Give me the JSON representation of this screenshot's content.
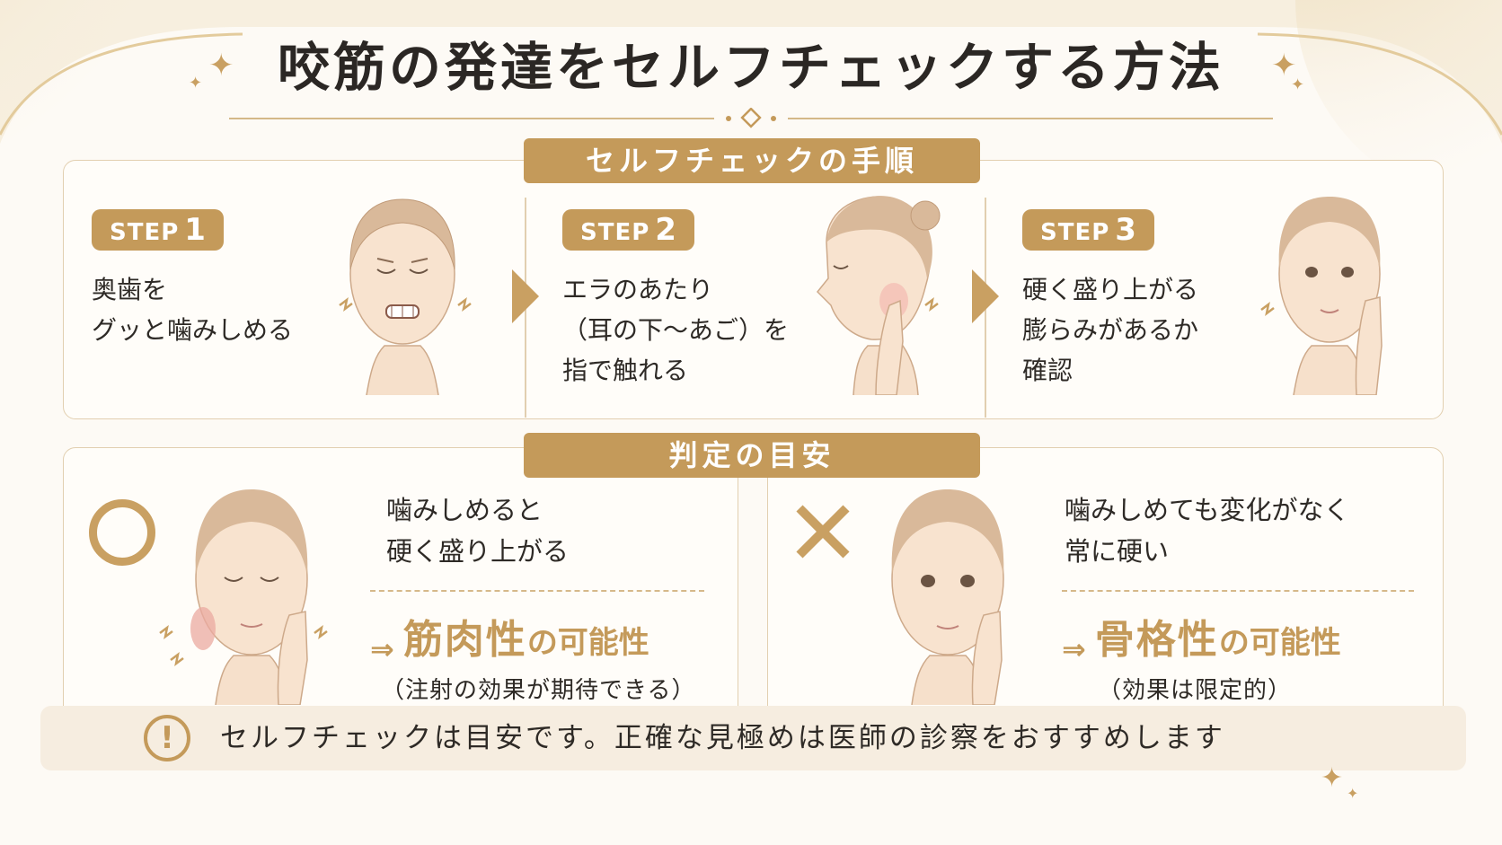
{
  "title": "咬筋の発達をセルフチェックする方法",
  "procedure": {
    "heading": "セルフチェックの手順",
    "steps": [
      {
        "word": "STEP",
        "number": "1",
        "text": "奥歯を\nグッと噛みしめる"
      },
      {
        "word": "STEP",
        "number": "2",
        "text": "エラのあたり\n（耳の下～あご）を\n指で触れる"
      },
      {
        "word": "STEP",
        "number": "3",
        "text": "硬く盛り上がる\n膨らみがあるか\n確認"
      }
    ]
  },
  "criteria": {
    "heading": "判定の目安",
    "positive": {
      "mark": "circle-mark",
      "description": "噛みしめると\n硬く盛り上がる",
      "arrow": "⇒",
      "type": "筋肉性",
      "suffix": "の可能性",
      "note": "（注射の効果が期待できる）"
    },
    "negative": {
      "mark": "cross-mark",
      "description": "噛みしめても変化がなく\n常に硬い",
      "arrow": "⇒",
      "type": "骨格性",
      "suffix": "の可能性",
      "note": "（効果は限定的）"
    }
  },
  "footer": {
    "icon": "exclamation-icon",
    "text": "セルフチェックは目安です。正確な見極めは医師の診察をおすすめします"
  },
  "colors": {
    "accent": "#c49a5a",
    "panel_border": "#e2cfb0",
    "background": "#fdfaf5",
    "text": "#2e2a26",
    "footer_bg": "#f6ede0"
  }
}
